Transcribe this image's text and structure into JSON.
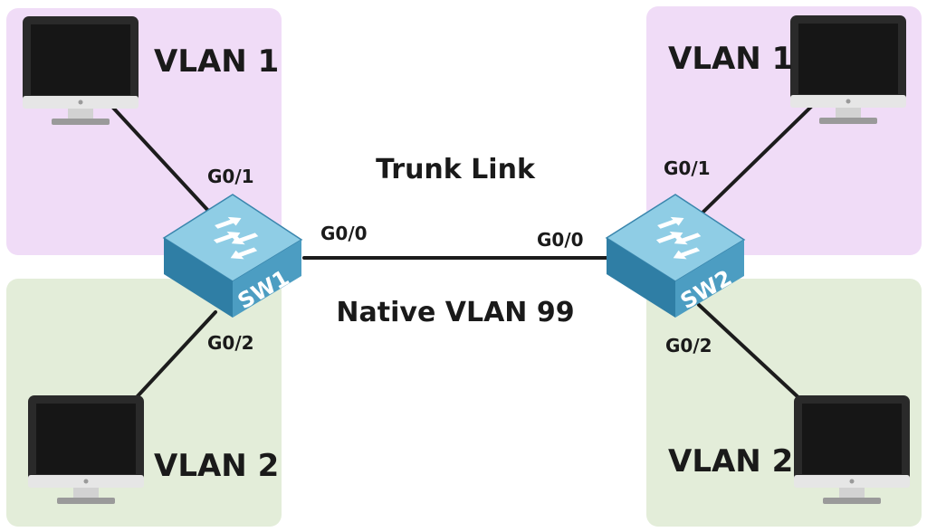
{
  "colors": {
    "vlan1_zone": "#f0dcf7",
    "vlan2_zone": "#e3edd9",
    "cable": "#1c1c1c",
    "switch_top": "#8fcde5",
    "switch_front": "#4c9dc2",
    "switch_side": "#2f7ea5"
  },
  "zones": {
    "top_left": "VLAN 1",
    "top_right": "VLAN 1",
    "bottom_left": "VLAN 2",
    "bottom_right": "VLAN 2"
  },
  "link": {
    "type_label": "Trunk Link",
    "native_label": "Native VLAN 99"
  },
  "switches": {
    "sw1": {
      "name": "SW1",
      "ports": {
        "top": "G0/1",
        "bottom": "G0/2",
        "trunk": "G0/0"
      }
    },
    "sw2": {
      "name": "SW2",
      "ports": {
        "top": "G0/1",
        "bottom": "G0/2",
        "trunk": "G0/0"
      }
    }
  },
  "icons": {
    "computer": "desktop-computer-icon",
    "switch": "network-switch-icon"
  }
}
